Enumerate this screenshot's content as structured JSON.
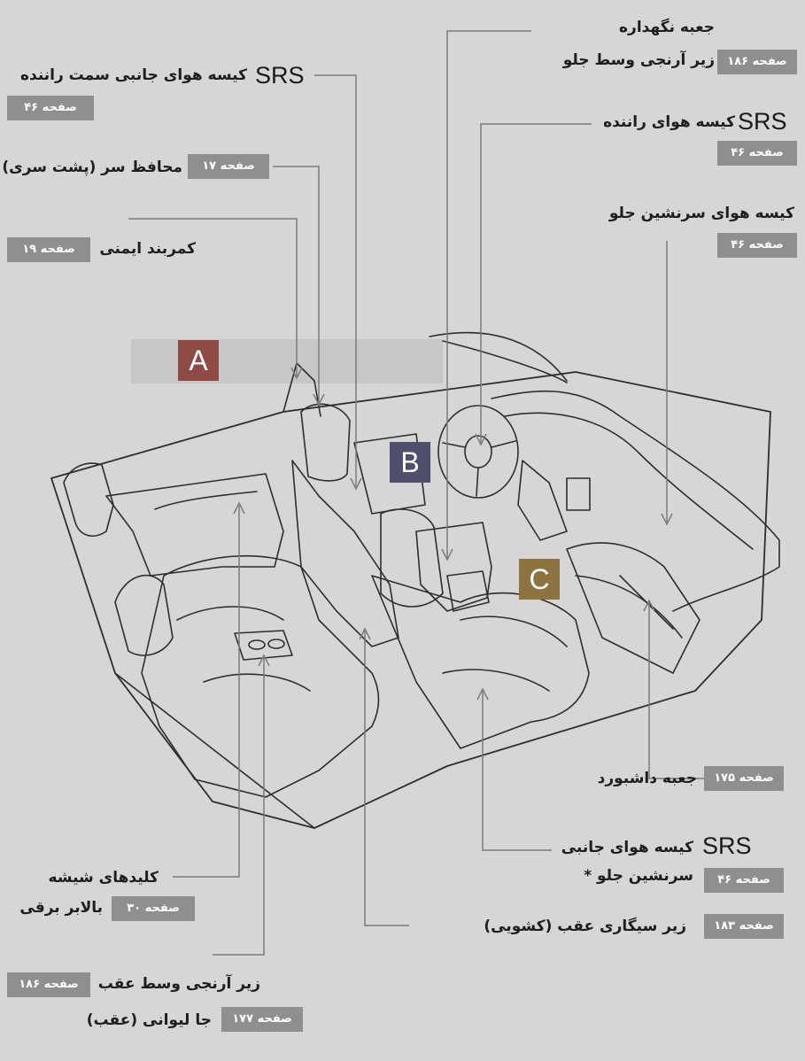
{
  "colors": {
    "background": "#d6d6d6",
    "badge": "#8f8f8f",
    "marker_a": "#8e4a44",
    "marker_b": "#4f4e6d",
    "marker_c": "#8c7340",
    "line": "#7b7b7b"
  },
  "markers": {
    "a": "A",
    "b": "B",
    "c": "C"
  },
  "labels": {
    "srs_text": "SRS",
    "side_airbag_driver": "کیسه هوای جانبی سمت راننده",
    "side_airbag_driver_page": "صفحه ۴۶",
    "headrest": "محافظ سر (پشت سری)",
    "headrest_page": "صفحه ۱۷",
    "seatbelt": "کمربند ایمنی",
    "seatbelt_page": "صفحه ۱۹",
    "storage_line1": "جعبه نگهداره",
    "storage_line2": "زیر آرنجی وسط جلو",
    "storage_page": "صفحه ۱۸۶",
    "driver_airbag": "کیسه هوای راننده",
    "driver_airbag_page": "صفحه ۴۶",
    "passenger_airbag": "کیسه هوای سرنشین جلو",
    "passenger_airbag_page": "صفحه ۴۶",
    "glovebox": "جعبه داشبورد",
    "glovebox_page": "صفحه ۱۷۵",
    "side_passenger_line1": "کیسه هوای جانبی",
    "side_passenger_line2": "سرنشین جلو *",
    "side_passenger_page": "صفحه ۴۶",
    "ashtray": "زیر سیگاری عقب (کشویی)",
    "ashtray_page": "صفحه ۱۸۳",
    "window_line1": "کلیدهای شیشه",
    "window_line2": "بالابر برقی",
    "window_page": "صفحه ۳۰",
    "rear_armrest": "زیر آرنجی وسط عقب",
    "rear_armrest_page": "صفحه ۱۸۶",
    "cupholder": "جا لیوانی (عقب)",
    "cupholder_page": "صفحه ۱۷۷"
  }
}
